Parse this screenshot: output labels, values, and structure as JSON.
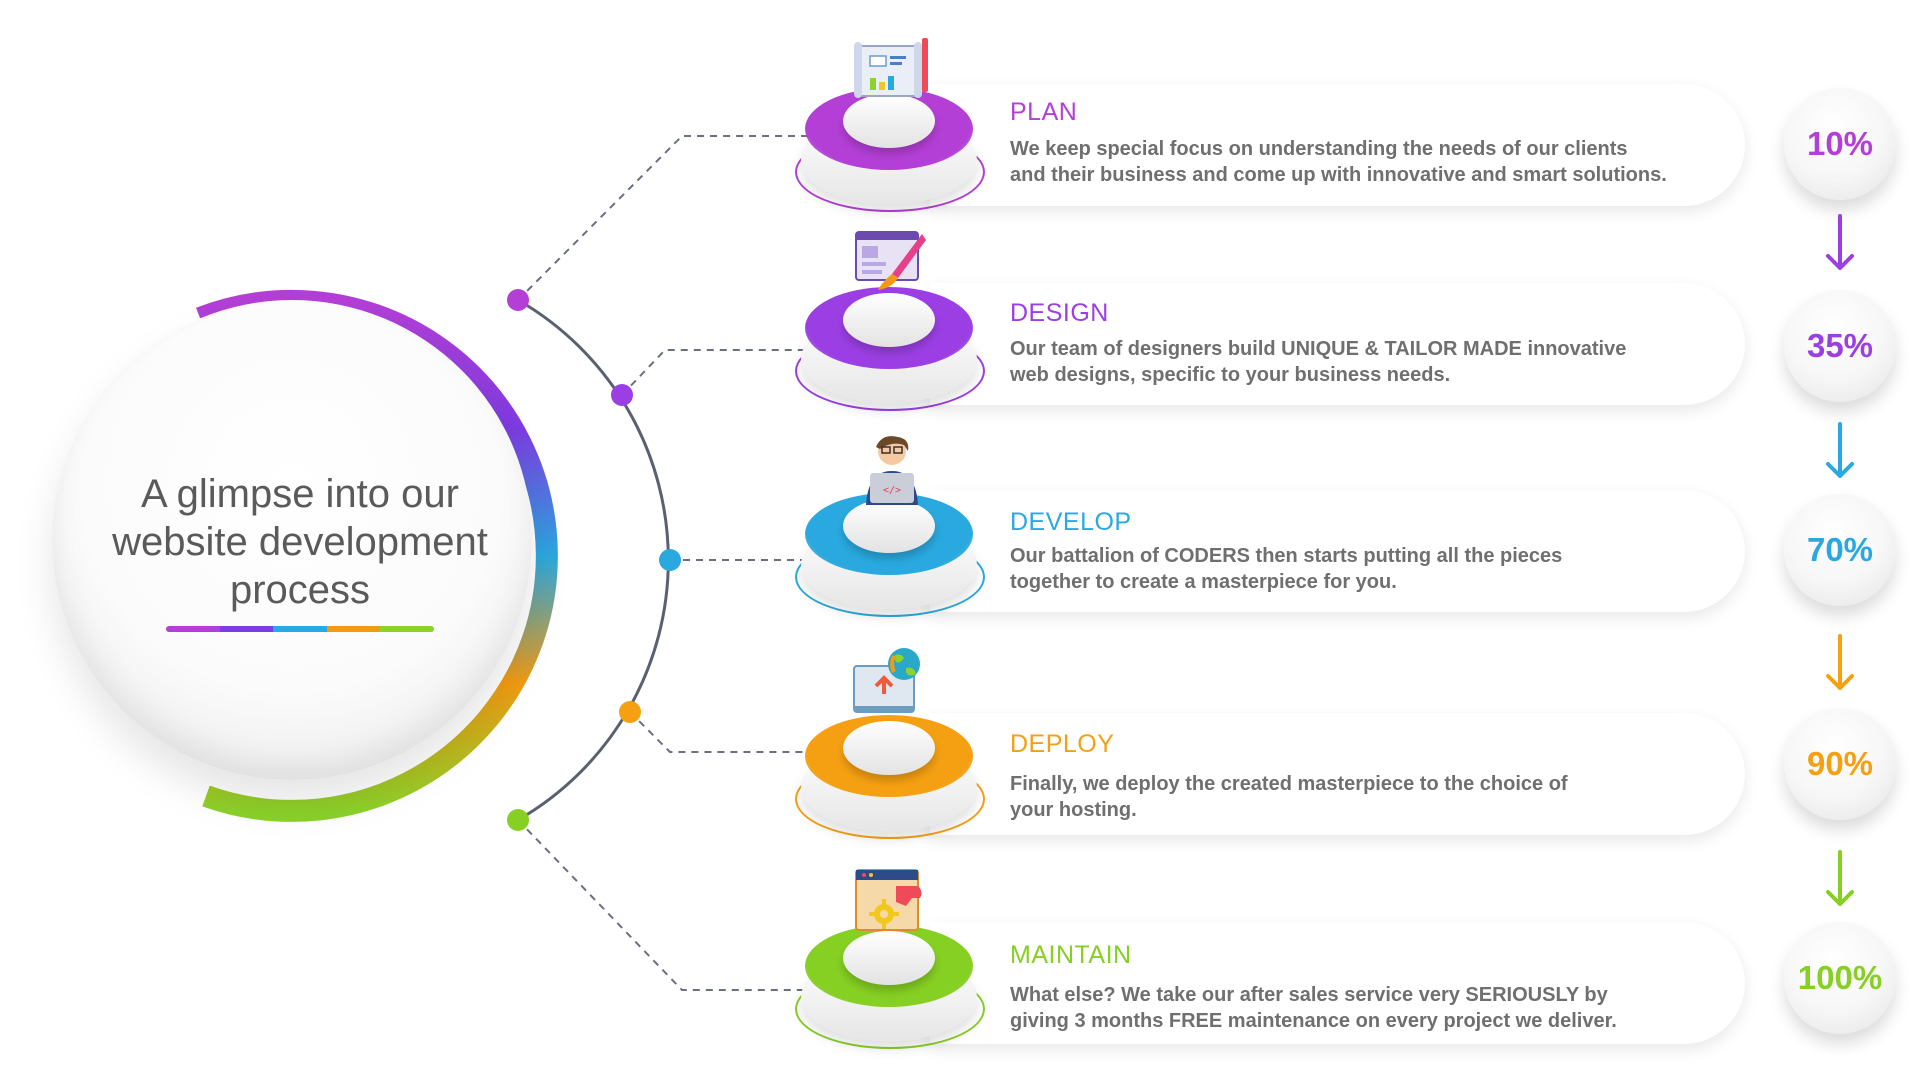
{
  "hub": {
    "title_lines": [
      "A glimpse into our",
      "website development",
      "process"
    ],
    "bar_colors": [
      "#b43fd6",
      "#7d3be0",
      "#2aa8e0",
      "#f29a12",
      "#8bd22a"
    ]
  },
  "steps": [
    {
      "title": "PLAN",
      "desc_lines": [
        "We keep special focus on understanding the needs of our clients",
        "and their business and come up with innovative and smart solutions."
      ],
      "percent": "10%",
      "progress": 10,
      "color": "#b43fd6",
      "icon": "blueprint-icon"
    },
    {
      "title": "DESIGN",
      "desc_lines": [
        "Our team of designers build UNIQUE & TAILOR MADE innovative",
        "web designs, specific to your business needs."
      ],
      "percent": "35%",
      "progress": 35,
      "color": "#9b3fe4",
      "icon": "paintbrush-window-icon"
    },
    {
      "title": "DEVELOP",
      "desc_lines": [
        "Our battalion of CODERS then starts putting all the pieces",
        "together to create a masterpiece for you."
      ],
      "percent": "70%",
      "progress": 70,
      "color": "#29a9df",
      "icon": "coder-laptop-icon"
    },
    {
      "title": "DEPLOY",
      "desc_lines": [
        "Finally, we deploy the created masterpiece to the choice of",
        "your hosting."
      ],
      "percent": "90%",
      "progress": 90,
      "color": "#f5a012",
      "icon": "globe-upload-icon"
    },
    {
      "title": "MAINTAIN",
      "desc_lines": [
        "What else? We take our after sales service very SERIOUSLY by",
        "giving 3 months FREE maintenance on every project we deliver."
      ],
      "percent": "100%",
      "progress": 100,
      "color": "#86cf23",
      "icon": "wrench-gear-icon"
    }
  ]
}
